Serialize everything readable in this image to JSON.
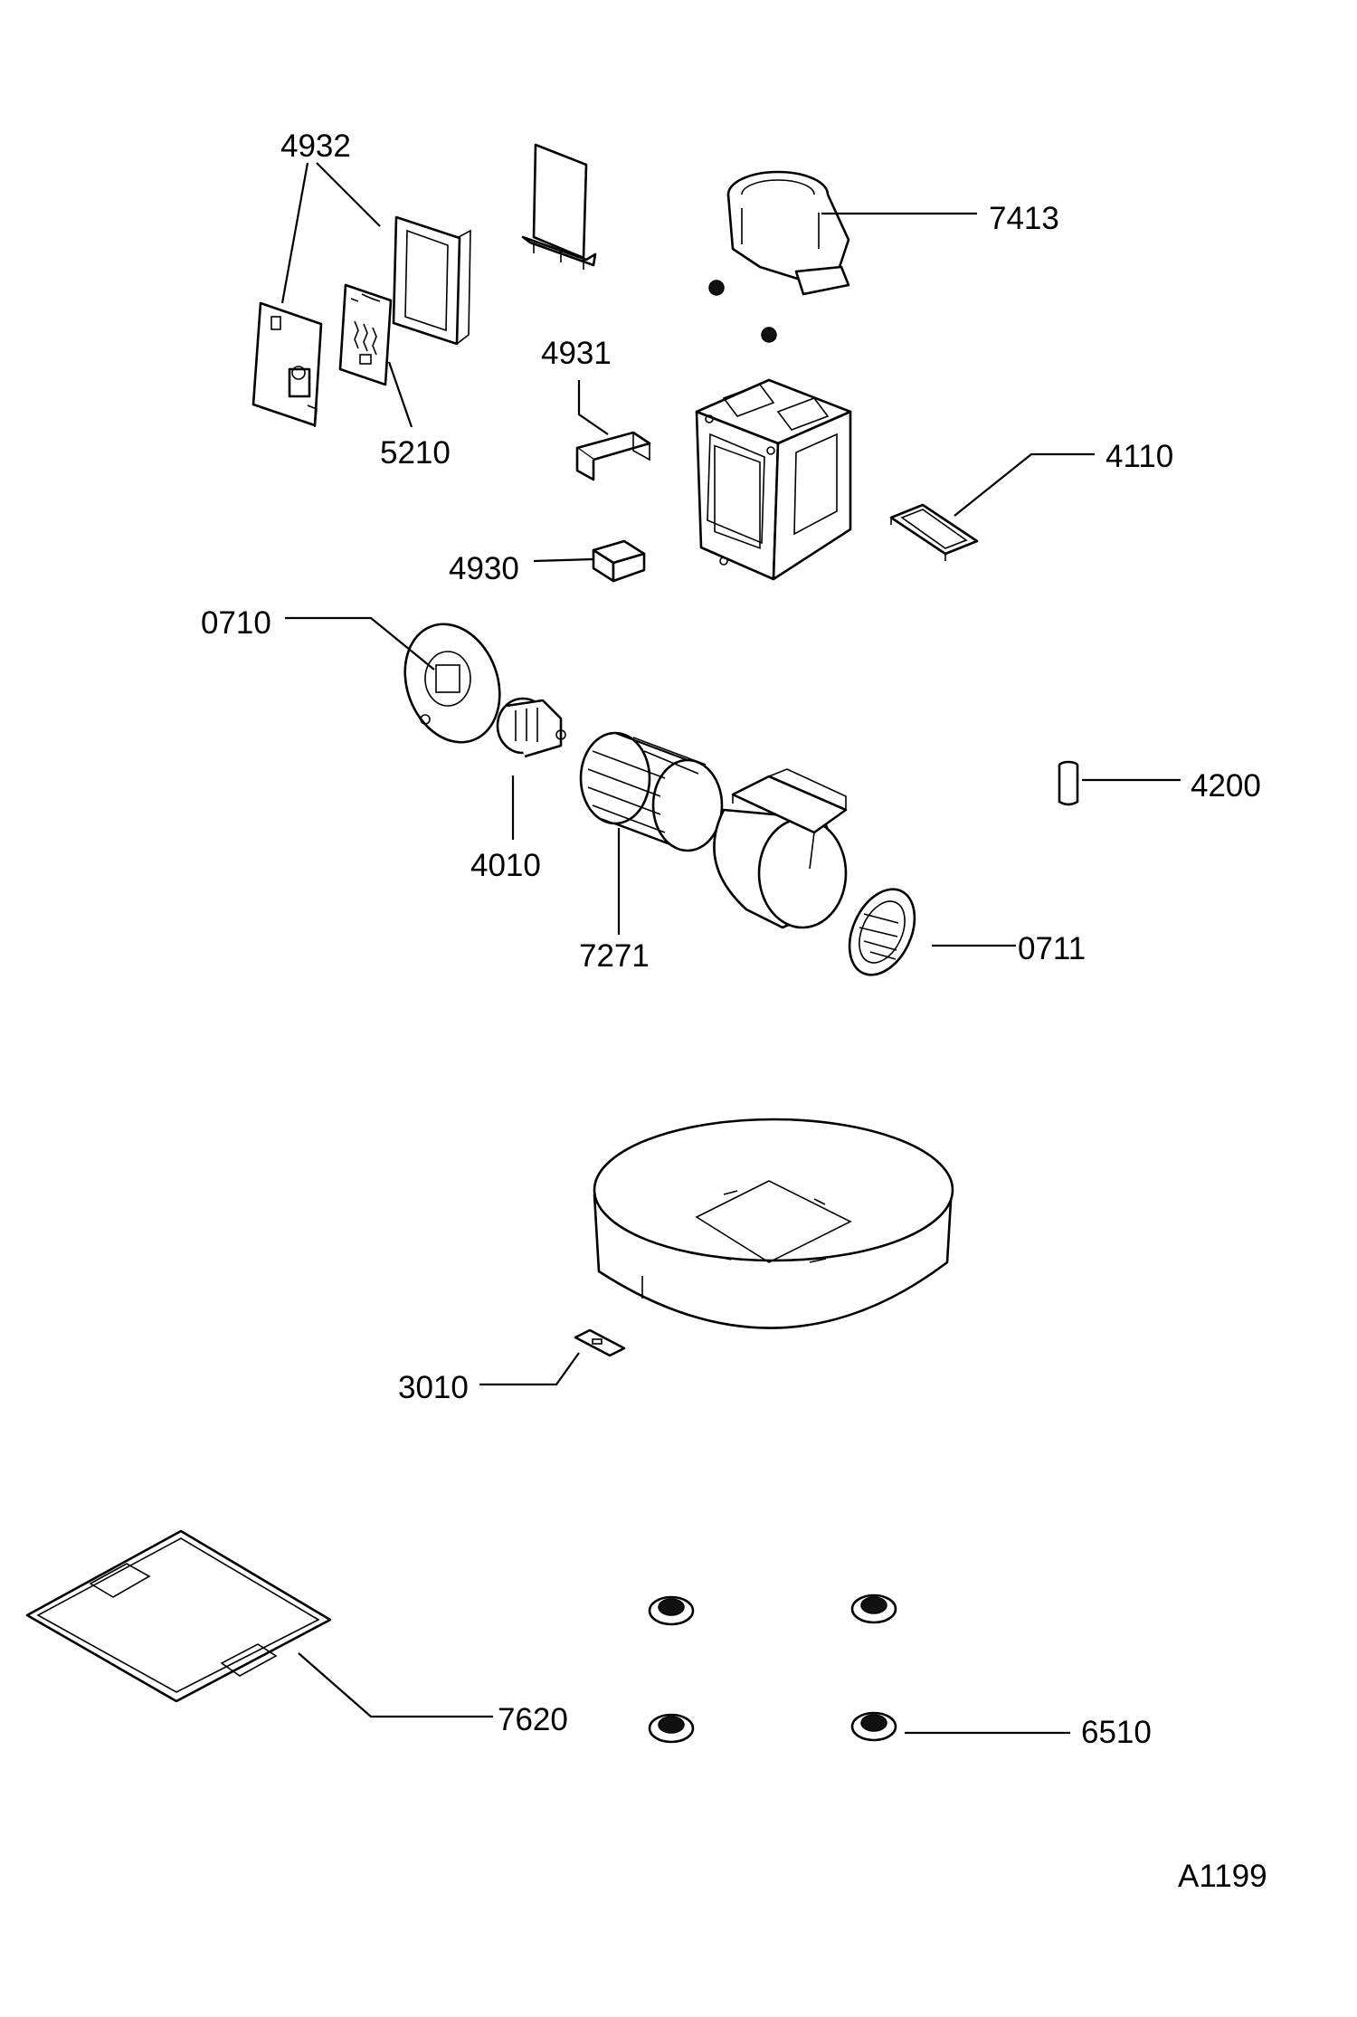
{
  "parts": {
    "p4932": "4932",
    "p7413": "7413",
    "p4931": "4931",
    "p5210": "5210",
    "p4110": "4110",
    "p4930": "4930",
    "p0710": "0710",
    "p4200": "4200",
    "p4010": "4010",
    "p0711": "0711",
    "p7271": "7271",
    "p3010": "3010",
    "p7620": "7620",
    "p6510": "6510"
  },
  "drawing_code": "A1199",
  "colors": {
    "line": "#000000",
    "background": "#ffffff"
  }
}
